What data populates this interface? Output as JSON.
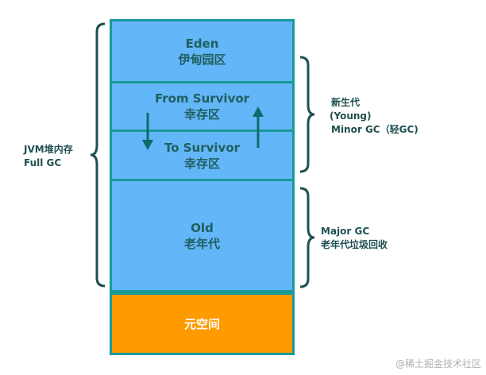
{
  "regions": {
    "eden": {
      "en": "Eden",
      "zh": "伊甸园区"
    },
    "from_survivor": {
      "en": "From Survivor",
      "zh": "幸存区"
    },
    "to_survivor": {
      "en": "To Survivor",
      "zh": "幸存区"
    },
    "old": {
      "en": "Old",
      "zh": "老年代"
    },
    "metaspace": {
      "zh": "元空间"
    }
  },
  "labels": {
    "jvm_heap": "JVM堆内存",
    "full_gc": "Full GC",
    "young_zh": "新生代",
    "young_en": "(Young)",
    "minor_gc": "Minor GC（轻GC)",
    "major_gc": "Major GC",
    "old_gc_zh": "老年代垃圾回收"
  },
  "watermark": "@稀土掘金技术社区",
  "colors": {
    "heap_fill": "#63b6f7",
    "border": "#1a9a9a",
    "metaspace_fill": "#ff9a00",
    "arrow": "#0f6a6a",
    "brace": "#1f4f4f"
  }
}
